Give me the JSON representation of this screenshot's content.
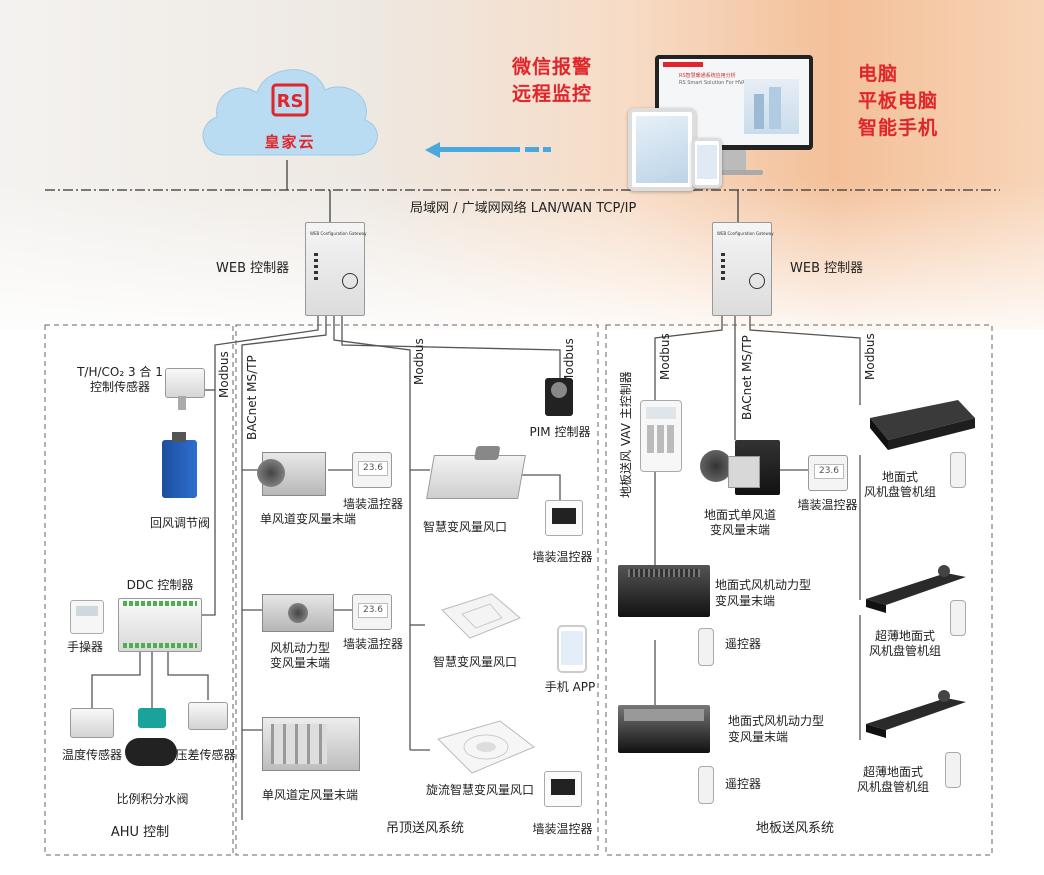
{
  "cloud": {
    "label": "皇家云",
    "logo": "RS"
  },
  "top": {
    "wechat_line1": "微信报警",
    "wechat_line2": "远程监控",
    "devices_line1": "电脑",
    "devices_line2": "平板电脑",
    "devices_line3": "智能手机",
    "screen_title1": "RS智慧暖通系统应用分析",
    "screen_title2": "RS Smart Solution For HVAC Systems"
  },
  "network": {
    "label": "局域网 / 广域网网络 LAN/WAN TCP/IP"
  },
  "controllers": {
    "left_label": "WEB 控制器",
    "right_label": "WEB 控制器",
    "device_text": "WEB Configuration Gateway"
  },
  "protocols": {
    "modbus": "Modbus",
    "bacnet": "BACnet MS/TP"
  },
  "ahu": {
    "title": "AHU 控制",
    "sensor_line1": "T/H/CO₂ 3 合 1",
    "sensor_line2": "控制传感器",
    "damper": "回风调节阀",
    "ddc": "DDC 控制器",
    "handheld": "手操器",
    "temp_sensor": "温度传感器",
    "pressure_sensor": "压差传感器",
    "valve": "比例积分水阀"
  },
  "ceiling": {
    "title": "吊顶送风系统",
    "single_vav": "单风道变风量末端",
    "fan_vav_line1": "风机动力型",
    "fan_vav_line2": "变风量末端",
    "cav": "单风道定风量末端",
    "thermostat1": "墙装温控器",
    "thermostat2": "墙装温控器",
    "thermostat3": "墙装温控器",
    "thermostat4": "墙装温控器",
    "smart_diffuser1": "智慧变风量风口",
    "smart_diffuser2": "智慧变风量风口",
    "swirl_diffuser": "旋流智慧变风量风口",
    "mobile_app": "手机 APP",
    "pim": "PIM 控制器",
    "display_value": "23.6"
  },
  "floor": {
    "title": "地板送风系统",
    "vav_master": "地板送风 VAV 主控制器",
    "floor_single_line1": "地面式单风道",
    "floor_single_line2": "变风量末端",
    "thermostat": "墙装温控器",
    "fan_vav1_line1": "地面式风机动力型",
    "fan_vav1_line2": "变风量末端",
    "fan_vav2_line1": "地面式风机动力型",
    "fan_vav2_line2": "变风量末端",
    "remote1": "遥控器",
    "remote2": "遥控器",
    "fcu_line1": "地面式",
    "fcu_line2": "风机盘管机组",
    "thin_fcu1_line1": "超薄地面式",
    "thin_fcu1_line2": "风机盘管机组",
    "thin_fcu2_line1": "超薄地面式",
    "thin_fcu2_line2": "风机盘管机组"
  },
  "colors": {
    "brand_red": "#e0252b",
    "cloud_blue": "#b9dcf2",
    "arrow_blue": "#4aa8de",
    "gray_line": "#555555"
  }
}
